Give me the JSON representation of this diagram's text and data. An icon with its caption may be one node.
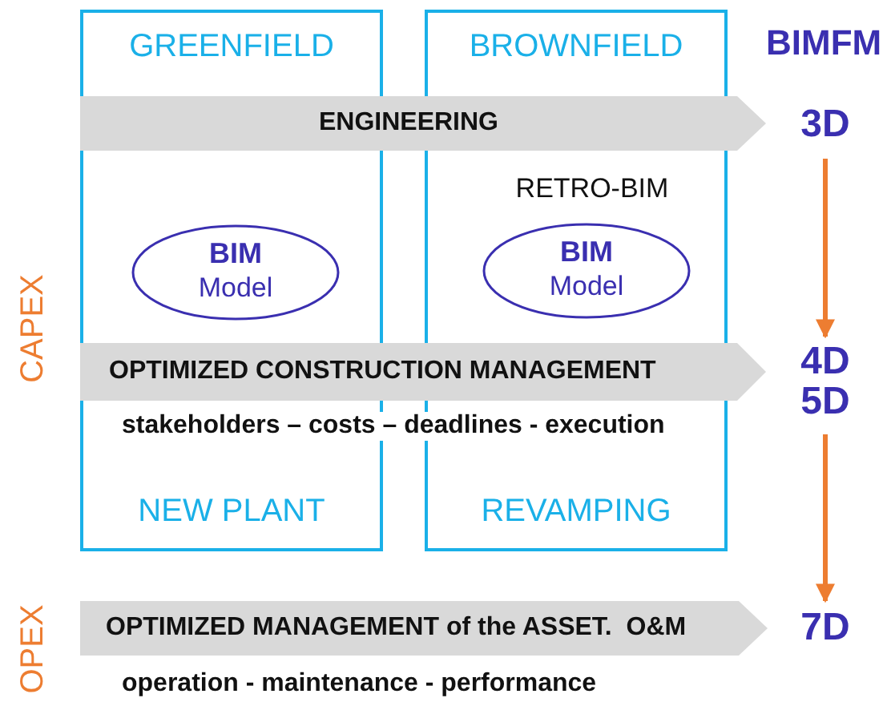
{
  "diagram": {
    "nodes": [
      {
        "text": [
          "GREENFIELD",
          "NEW PLANT"
        ]
      },
      {
        "text": [
          "BIM",
          "Model"
        ],
        "in": 0
      },
      {
        "text": [
          "BROWNFIELD",
          "RETRO-BIM",
          "REVAMPING"
        ]
      },
      {
        "text": [
          "BIM",
          "Model"
        ],
        "in": 2
      },
      {
        "text": [
          "ENGINEERING"
        ]
      },
      {
        "text": [
          "OPTIMIZED CONSTRUCTION MANAGEMENT"
        ],
        "beside": [
          "stakeholders – costs – deadlines - execution"
        ]
      },
      {
        "text": [
          "OPTIMIZED MANAGEMENT of the ASSET.  O&M"
        ],
        "beside": [
          "operation - maintenance - performance"
        ]
      },
      {
        "text": [
          "3D"
        ]
      },
      {
        "text": [
          "4D"
        ]
      },
      {
        "text": [
          "5D"
        ]
      },
      {
        "text": [
          "7D"
        ]
      }
    ],
    "edges": [
      {
        "from": 7,
        "to": 8,
        "arrow": "to"
      },
      {
        "from": 9,
        "to": 10,
        "arrow": "to"
      }
    ],
    "labels": [
      "BIMFM",
      "CAPEX",
      "OPEX"
    ]
  }
}
